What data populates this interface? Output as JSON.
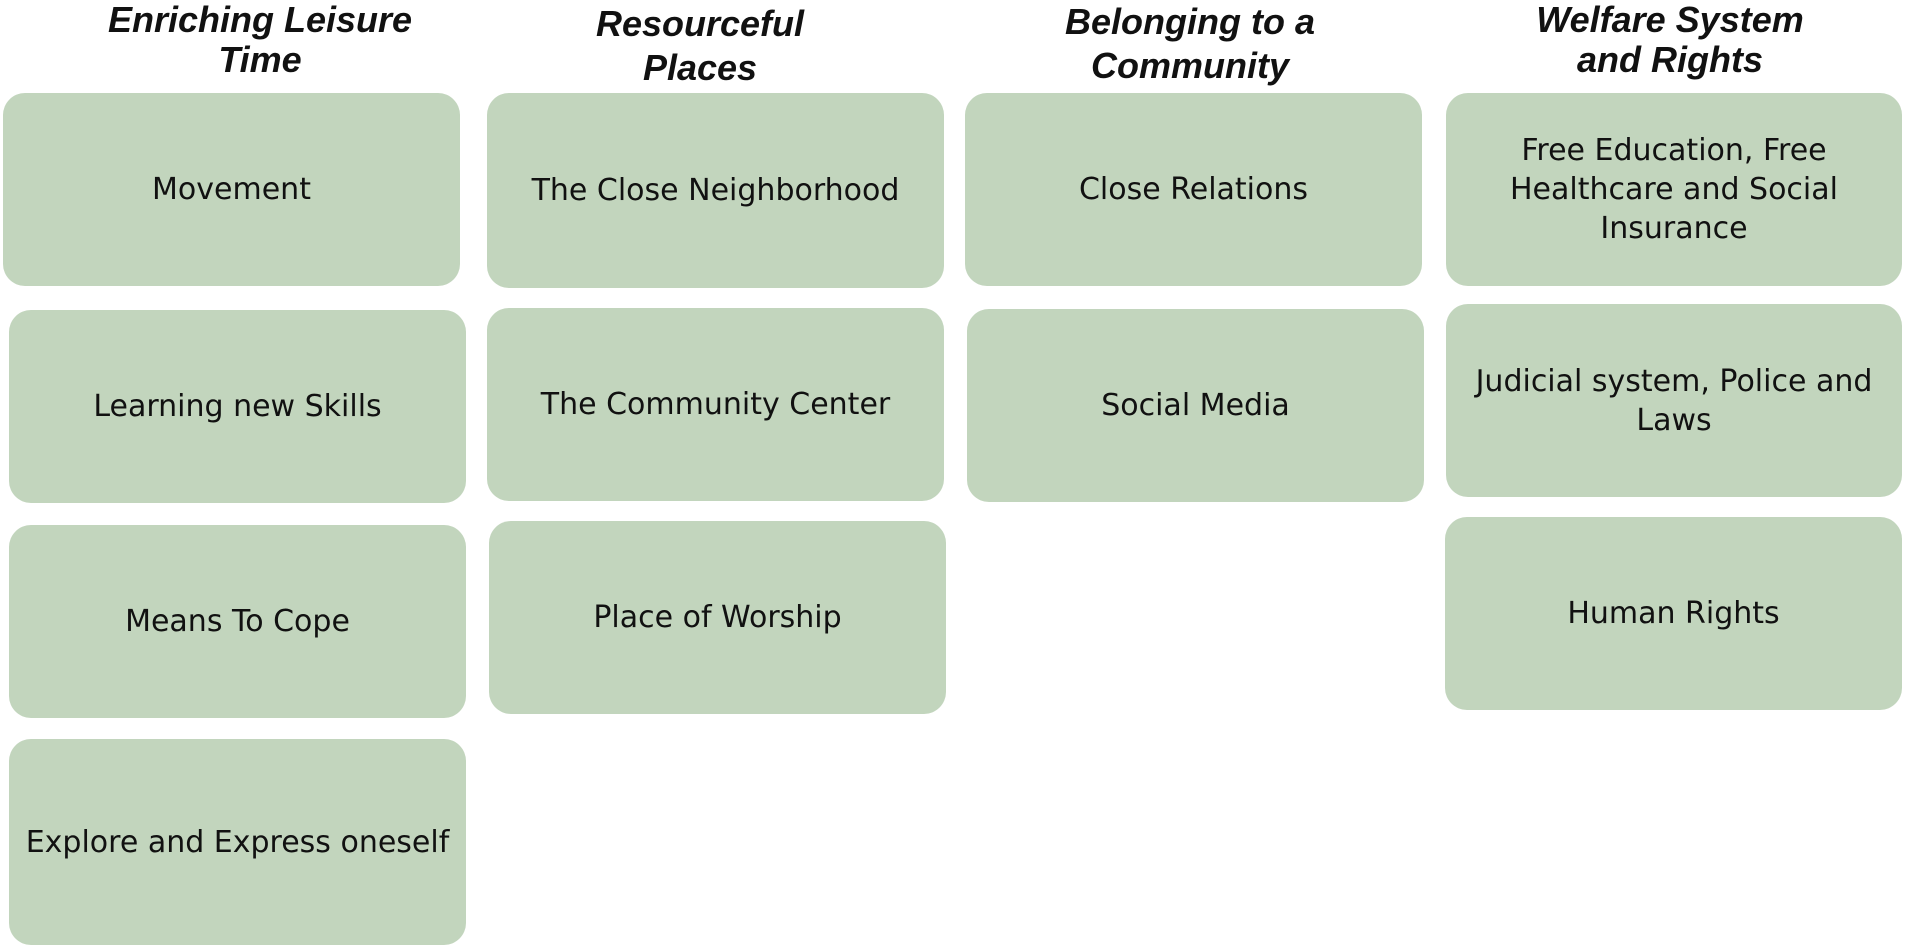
{
  "columns": [
    {
      "heading": "Enriching Leisure\nTime",
      "cards": [
        "Movement",
        "Learning new Skills",
        "Means To Cope",
        "Explore and Express oneself"
      ]
    },
    {
      "heading": "Resourceful\nPlaces",
      "cards": [
        "The Close Neighborhood",
        "The Community Center",
        "Place of Worship"
      ]
    },
    {
      "heading": "Belonging to a\nCommunity",
      "cards": [
        "Close Relations",
        "Social Media"
      ]
    },
    {
      "heading": "Welfare System\nand Rights",
      "cards": [
        "Free Education, Free\nHealthcare and Social\nInsurance",
        "Judicial system, Police and\nLaws",
        "Human Rights"
      ]
    }
  ],
  "colors": {
    "card_fill": "#c2d5bd",
    "text": "#111111",
    "background": "#ffffff"
  }
}
